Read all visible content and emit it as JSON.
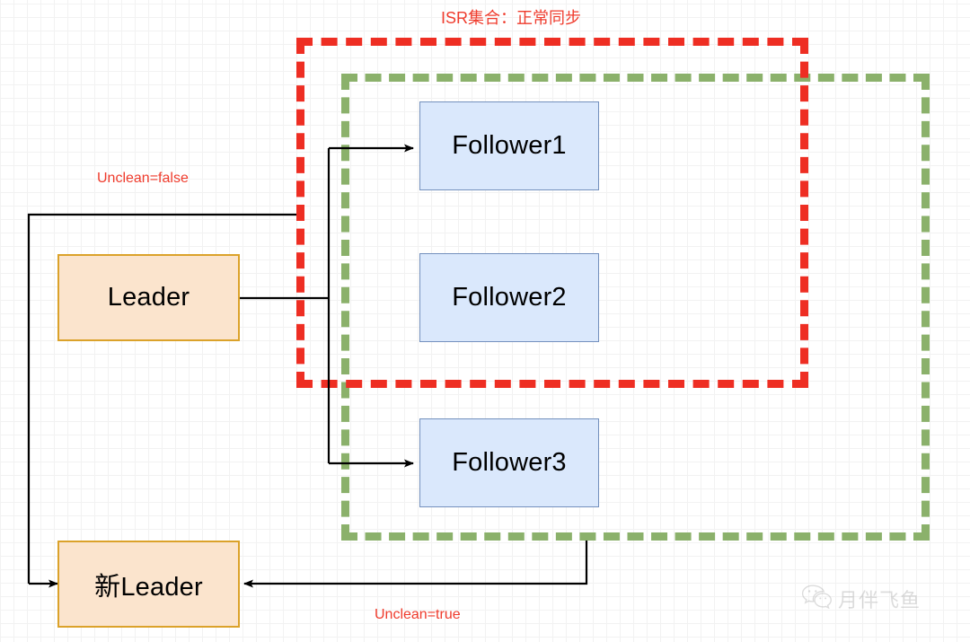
{
  "diagram": {
    "title": "ISR集合：正常同步",
    "colors": {
      "red": "#ee2e23",
      "green": "#8bb16b",
      "follower_fill": "#dae8fc",
      "follower_stroke": "#7390bd",
      "leader_fill": "#fbe4cd",
      "leader_stroke": "#dba22a",
      "label_red": "#ef3b2c",
      "edge": "#000000"
    },
    "nodes": {
      "follower1": "Follower1",
      "follower2": "Follower2",
      "follower3": "Follower3",
      "leader": "Leader",
      "new_leader": "新Leader"
    },
    "edge_labels": {
      "unclean_false": "Unclean=false",
      "unclean_true": "Unclean=true"
    },
    "groups": {
      "isr_set": "ISR集合：正常同步",
      "isr_set_style": "red-dashed",
      "replica_set_style": "green-dashed"
    }
  },
  "watermark": {
    "icon": "wechat-icon",
    "text": "月伴飞鱼"
  }
}
